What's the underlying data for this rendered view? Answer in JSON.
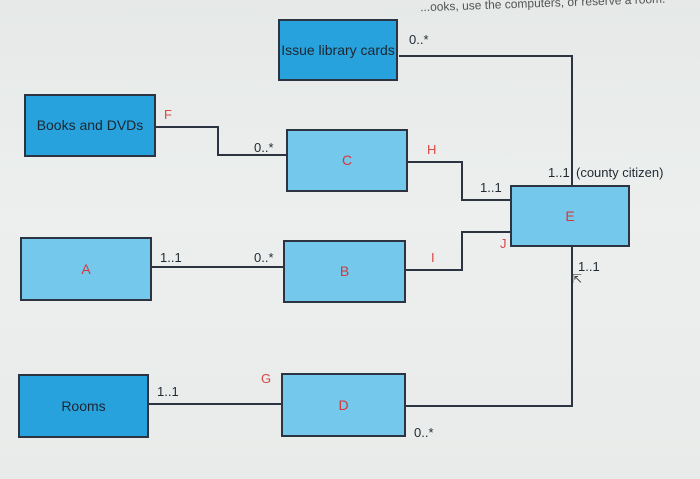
{
  "header_text": "...ooks, use the computers, or reserve a room.",
  "entities": {
    "issue": "Issue library cards",
    "books": "Books and DVDs",
    "rooms": "Rooms",
    "a": "A",
    "b": "B",
    "c": "C",
    "d": "D",
    "e": "E"
  },
  "labels": {
    "issue_card": "0..*",
    "f": "F",
    "c_left": "0..*",
    "h": "H",
    "c_right": "1..1",
    "e_top": "1..1",
    "e_top_note": "(county citizen)",
    "a_card": "1..1",
    "b_left": "0..*",
    "i": "I",
    "j": "J",
    "e_bottom": "1..1",
    "g": "G",
    "rooms_card": "1..1",
    "d_right": "0..*"
  }
}
